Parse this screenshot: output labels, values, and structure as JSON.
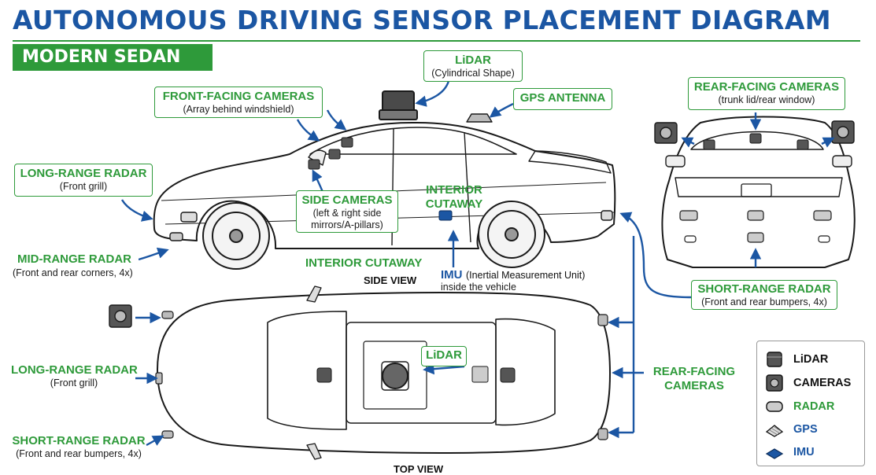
{
  "title": "AUTONOMOUS DRIVING SENSOR PLACEMENT DIAGRAM",
  "subtitle": "MODERN SEDAN",
  "views": {
    "side": "SIDE VIEW",
    "top": "TOP VIEW"
  },
  "callouts": {
    "lidar": {
      "title": "LiDAR",
      "desc": "(Cylindrical Shape)"
    },
    "gps_antenna": {
      "title": "GPS ANTENNA"
    },
    "front_cameras": {
      "title": "FRONT-FACING CAMERAS",
      "desc": "(Array behind windshield)"
    },
    "long_range_radar_side": {
      "title": "LONG-RANGE RADAR",
      "desc": "(Front grill)"
    },
    "side_cameras": {
      "title": "SIDE CAMERAS",
      "desc1": "(left & right side",
      "desc2": "mirrors/A-pillars)"
    },
    "interior_cutaway_inside": {
      "title1": "INTERIOR",
      "title2": "CUTAWAY"
    },
    "interior_cutaway": {
      "title": "INTERIOR CUTAWAY"
    },
    "mid_range_radar": {
      "title": "MID-RANGE RADAR",
      "desc": "(Front and rear corners, 4x)"
    },
    "imu": {
      "title": "IMU",
      "desc1": "(Inertial Measurement Unit)",
      "desc2": "inside the vehicle"
    },
    "rear_cameras": {
      "title": "REAR-FACING CAMERAS",
      "desc": "(trunk lid/rear window)"
    },
    "short_range_radar_rear": {
      "title": "SHORT-RANGE RADAR",
      "desc": "(Front and rear bumpers, 4x)"
    },
    "long_range_radar_top": {
      "title": "LONG-RANGE RADAR",
      "desc": "(Front grill)"
    },
    "lidar_top": {
      "title": "LiDAR"
    },
    "rear_facing_cameras_top": {
      "title1": "REAR-FACING",
      "title2": "CAMERAS"
    },
    "short_range_radar_top": {
      "title": "SHORT-RANGE RADAR",
      "desc": "(Front and rear bumpers, 4x)"
    }
  },
  "legend": [
    {
      "label": "LiDAR",
      "icon": "lidar-icon"
    },
    {
      "label": "CAMERAS",
      "icon": "camera-icon"
    },
    {
      "label": "RADAR",
      "icon": "radar-icon"
    },
    {
      "label": "GPS",
      "icon": "gps-icon"
    },
    {
      "label": "IMU",
      "icon": "imu-icon"
    }
  ],
  "colors": {
    "title": "#1b56a3",
    "accent_green": "#2e9a3a",
    "arrow_blue": "#1b56a3",
    "line": "#1a1a1a"
  }
}
